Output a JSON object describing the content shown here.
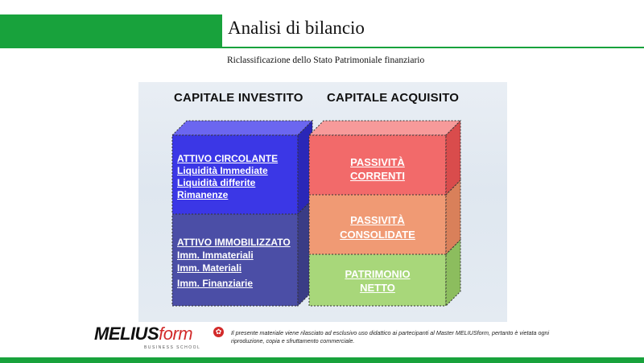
{
  "header": {
    "title": "Analisi di bilancio",
    "subtitle": "Riclassificazione dello Stato Patrimoniale finanziario"
  },
  "diagram": {
    "left_header": "CAPITALE INVESTITO",
    "right_header": "CAPITALE ACQUISITO",
    "attivo_circolante": {
      "title": "ATTIVO CIRCOLANTE",
      "items": [
        "Liquidità Immediate",
        "Liquidità differite",
        "Rimanenze"
      ]
    },
    "attivo_immobilizzato": {
      "title": "ATTIVO IMMOBILIZZATO",
      "items": [
        "Imm. Immateriali",
        "Imm. Materiali",
        "Imm. Finanziarie"
      ]
    },
    "passivita_correnti": [
      "PASSIVITÀ",
      "CORRENTI"
    ],
    "passivita_consolidate": [
      "PASSIVITÀ",
      "CONSOLIDATE"
    ],
    "patrimonio_netto": [
      "PATRIMONIO",
      "NETTO"
    ],
    "colors": {
      "blue_top": "#3b37e6",
      "blue_bottom": "#4b4ea6",
      "red": "#f26a6a",
      "orange": "#f09a74",
      "green": "#a8d77a"
    }
  },
  "footer": {
    "logo_main": "MELIUS",
    "logo_accent": "form",
    "logo_sub": "BUSINESS SCHOOL",
    "disclaimer": "Il presente materiale viene rilasciato ad esclusivo uso didattico ai partecipanti al Master MELIUSform, pertanto è vietata ogni riproduzione, copia e sfruttamento commerciale."
  }
}
